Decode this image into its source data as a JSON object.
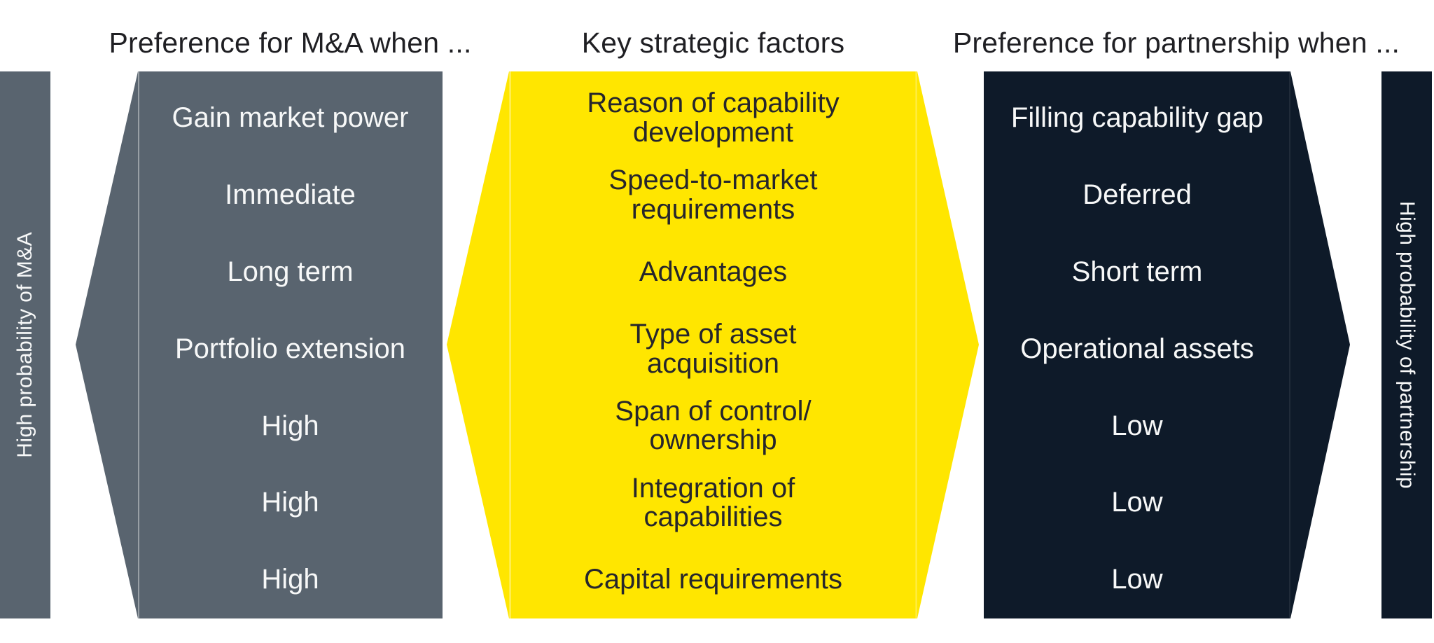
{
  "titles": {
    "left": "Preference for M&A when ...",
    "middle": "Key strategic factors",
    "right": "Preference for partnership when ..."
  },
  "side_bars": {
    "left": "High probability of M&A",
    "right": "High probability of partnership"
  },
  "columns": {
    "ma": {
      "items": [
        "Gain market power",
        "Immediate",
        "Long term",
        "Portfolio extension",
        "High",
        "High",
        "High"
      ]
    },
    "factors": {
      "items": [
        "Reason of capability\ndevelopment",
        "Speed-to-market\nrequirements",
        "Advantages",
        "Type of asset\nacquisition",
        "Span of control/\nownership",
        "Integration of\ncapabilities",
        "Capital requirements"
      ]
    },
    "partnership": {
      "items": [
        "Filling capability gap",
        "Deferred",
        "Short term",
        "Operational assets",
        "Low",
        "Low",
        "Low"
      ]
    }
  },
  "colors": {
    "slate": "#59646f",
    "navy": "#0e1a29",
    "yellow": "#ffe600",
    "title_text": "#1f1f23",
    "light_text": "#f7f8f8",
    "dark_text": "#26262c"
  }
}
